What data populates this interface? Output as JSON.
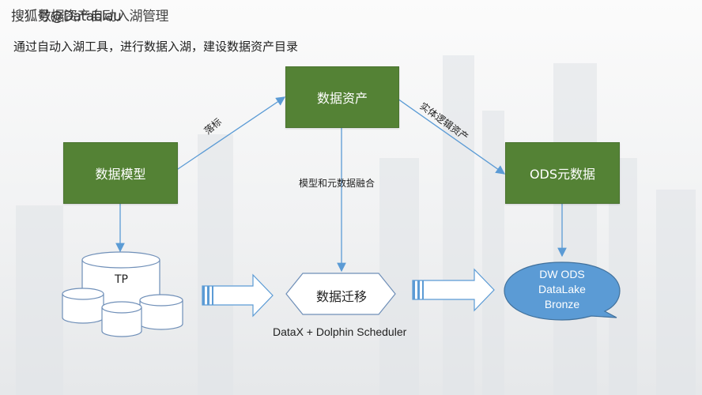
{
  "watermark": {
    "front": "搜狐号@Datablau",
    "behind": "数据资产自动入湖管理"
  },
  "subtitle": "通过自动入湖工具，进行数据入湖，建设数据资产目录",
  "nodes": {
    "model": "数据模型",
    "asset": "数据资产",
    "ods": "ODS元数据",
    "tp": "TP",
    "migrate": "数据迁移",
    "lake_line1": "DW ODS",
    "lake_line2": "DataLake",
    "lake_line3": "Bronze"
  },
  "edges": {
    "model_to_asset": "落标",
    "asset_to_ods": "实体逻辑资产",
    "asset_to_migrate": "模型和元数据融合"
  },
  "caption": "DataX + Dolphin Scheduler",
  "colors": {
    "green": "#548235",
    "blue_line": "#5b9bd5",
    "cloud": "#5b9bd5",
    "cylinder_stroke": "#6f8fb8"
  }
}
